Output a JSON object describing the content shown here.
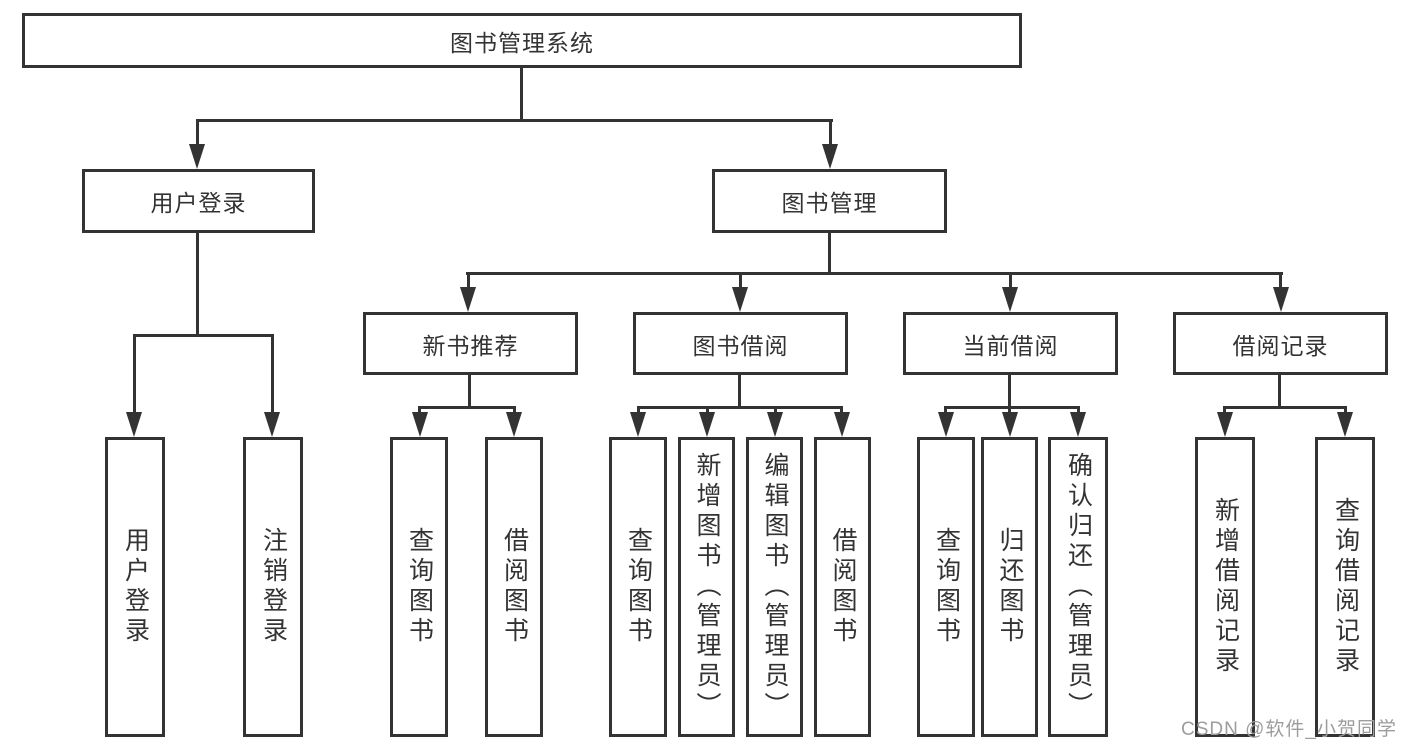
{
  "diagram": {
    "root": {
      "label": "图书管理系统"
    },
    "level1": [
      {
        "label": "用户登录"
      },
      {
        "label": "图书管理"
      }
    ],
    "level2": [
      {
        "label": "新书推荐"
      },
      {
        "label": "图书借阅"
      },
      {
        "label": "当前借阅"
      },
      {
        "label": "借阅记录"
      }
    ],
    "leaves": {
      "login": [
        {
          "label": "用户登录"
        },
        {
          "label": "注销登录"
        }
      ],
      "recommend": [
        {
          "label": "查询图书"
        },
        {
          "label": "借阅图书"
        }
      ],
      "borrow": [
        {
          "label": "查询图书"
        },
        {
          "label": "新增图书（管理员）"
        },
        {
          "label": "编辑图书（管理员）"
        },
        {
          "label": "借阅图书"
        }
      ],
      "current": [
        {
          "label": "查询图书"
        },
        {
          "label": "归还图书"
        },
        {
          "label": "确认归还（管理员）"
        }
      ],
      "records": [
        {
          "label": "新增借阅记录"
        },
        {
          "label": "查询借阅记录"
        }
      ]
    },
    "watermark": "CSDN @软件_小贺同学",
    "colors": {
      "line": "#333333",
      "text": "#333333",
      "watermark": "#9d9d9d",
      "background": "#ffffff"
    }
  }
}
